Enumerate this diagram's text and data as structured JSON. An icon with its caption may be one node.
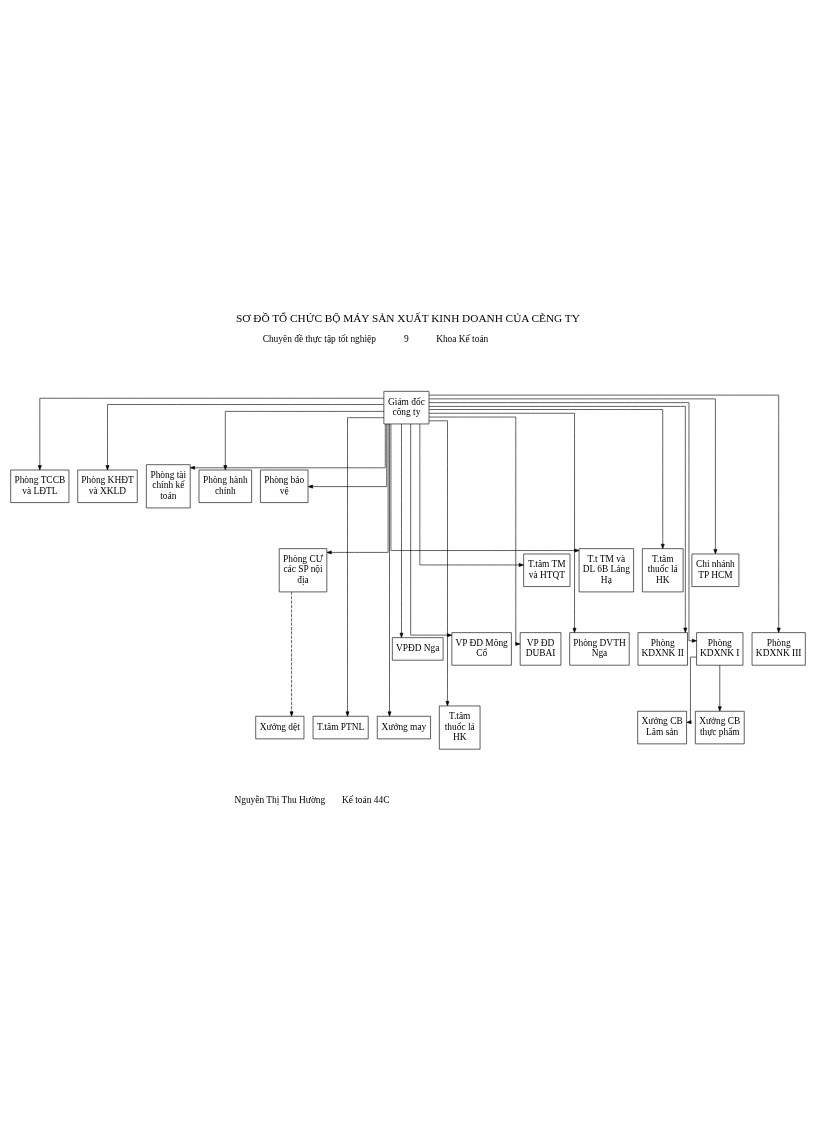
{
  "diagram": {
    "title": "SƠ ĐỒ TỔ CHỨC BỘ MÁY SẢN XUẤT KINH DOANH CỦA CẼNG TY",
    "nodes": [
      {
        "text": [
          "Giám đốc công ty"
        ]
      },
      {
        "text": [
          "Phòng TCCB và LĐTL"
        ]
      },
      {
        "text": [
          "Phòng KHĐT và XKLD"
        ]
      },
      {
        "text": [
          "Phòng tài chính kế toán"
        ]
      },
      {
        "text": [
          "Phòng hành chính"
        ]
      },
      {
        "text": [
          "Phòng bảo vệ"
        ]
      },
      {
        "text": [
          "Phòng CƯ các SP nội địa"
        ]
      },
      {
        "text": [
          "T.tâm TM và HTQT"
        ]
      },
      {
        "text": [
          "T.t TM và DL 6B Láng Hạ"
        ]
      },
      {
        "text": [
          "T.tâm thuốc lá HK"
        ]
      },
      {
        "text": [
          "Chi nhánh TP HCM"
        ]
      },
      {
        "text": [
          "VPĐD Nga"
        ]
      },
      {
        "text": [
          "VP ĐD Mông Cổ"
        ]
      },
      {
        "text": [
          "VP ĐD DUBAI"
        ]
      },
      {
        "text": [
          "Phòng DVTH Nga"
        ]
      },
      {
        "text": [
          "Phòng KDXNK II"
        ]
      },
      {
        "text": [
          "Phòng KDXNK I"
        ]
      },
      {
        "text": [
          "Phòng KDXNK III"
        ]
      },
      {
        "text": [
          "Xưởng dệt"
        ]
      },
      {
        "text": [
          "T.tâm PTNL"
        ]
      },
      {
        "text": [
          "Xưởng may"
        ]
      },
      {
        "text": [
          "T.tâm thuốc lá HK"
        ]
      },
      {
        "text": [
          "Xưởng CB Lâm sản"
        ]
      },
      {
        "text": [
          "Xưởng CB thực phẩm"
        ]
      }
    ],
    "edges": [
      {
        "from": 0,
        "to": 1,
        "arrow": "to"
      },
      {
        "from": 0,
        "to": 2,
        "arrow": "to"
      },
      {
        "from": 0,
        "to": 3,
        "arrow": "to"
      },
      {
        "from": 0,
        "to": 4,
        "arrow": "to"
      },
      {
        "from": 0,
        "to": 5,
        "arrow": "to"
      },
      {
        "from": 0,
        "to": 6,
        "arrow": "to"
      },
      {
        "from": 0,
        "to": 7,
        "arrow": "to"
      },
      {
        "from": 0,
        "to": 8,
        "arrow": "to"
      },
      {
        "from": 0,
        "to": 9,
        "arrow": "to"
      },
      {
        "from": 0,
        "to": 10,
        "arrow": "to"
      },
      {
        "from": 0,
        "to": 11,
        "arrow": "to"
      },
      {
        "from": 0,
        "to": 12,
        "arrow": "to"
      },
      {
        "from": 0,
        "to": 13,
        "arrow": "to"
      },
      {
        "from": 0,
        "to": 14,
        "arrow": "to"
      },
      {
        "from": 0,
        "to": 15,
        "arrow": "to"
      },
      {
        "from": 0,
        "to": 16,
        "arrow": "to"
      },
      {
        "from": 0,
        "to": 17,
        "arrow": "to"
      },
      {
        "from": 0,
        "to": 19,
        "arrow": "to"
      },
      {
        "from": 0,
        "to": 20,
        "arrow": "to"
      },
      {
        "from": 0,
        "to": 21,
        "arrow": "to"
      },
      {
        "from": 6,
        "to": 18,
        "arrow": "to",
        "style": "dashed"
      },
      {
        "from": 16,
        "to": 22,
        "arrow": "to"
      },
      {
        "from": 16,
        "to": 23,
        "arrow": "to"
      }
    ],
    "labels": [
      "Chuyên đề thực tập tốt nghiệp",
      "9",
      "Khoa Kế toán",
      "Nguyễn Thị Thu Hường",
      "Kế toán 44C"
    ]
  }
}
